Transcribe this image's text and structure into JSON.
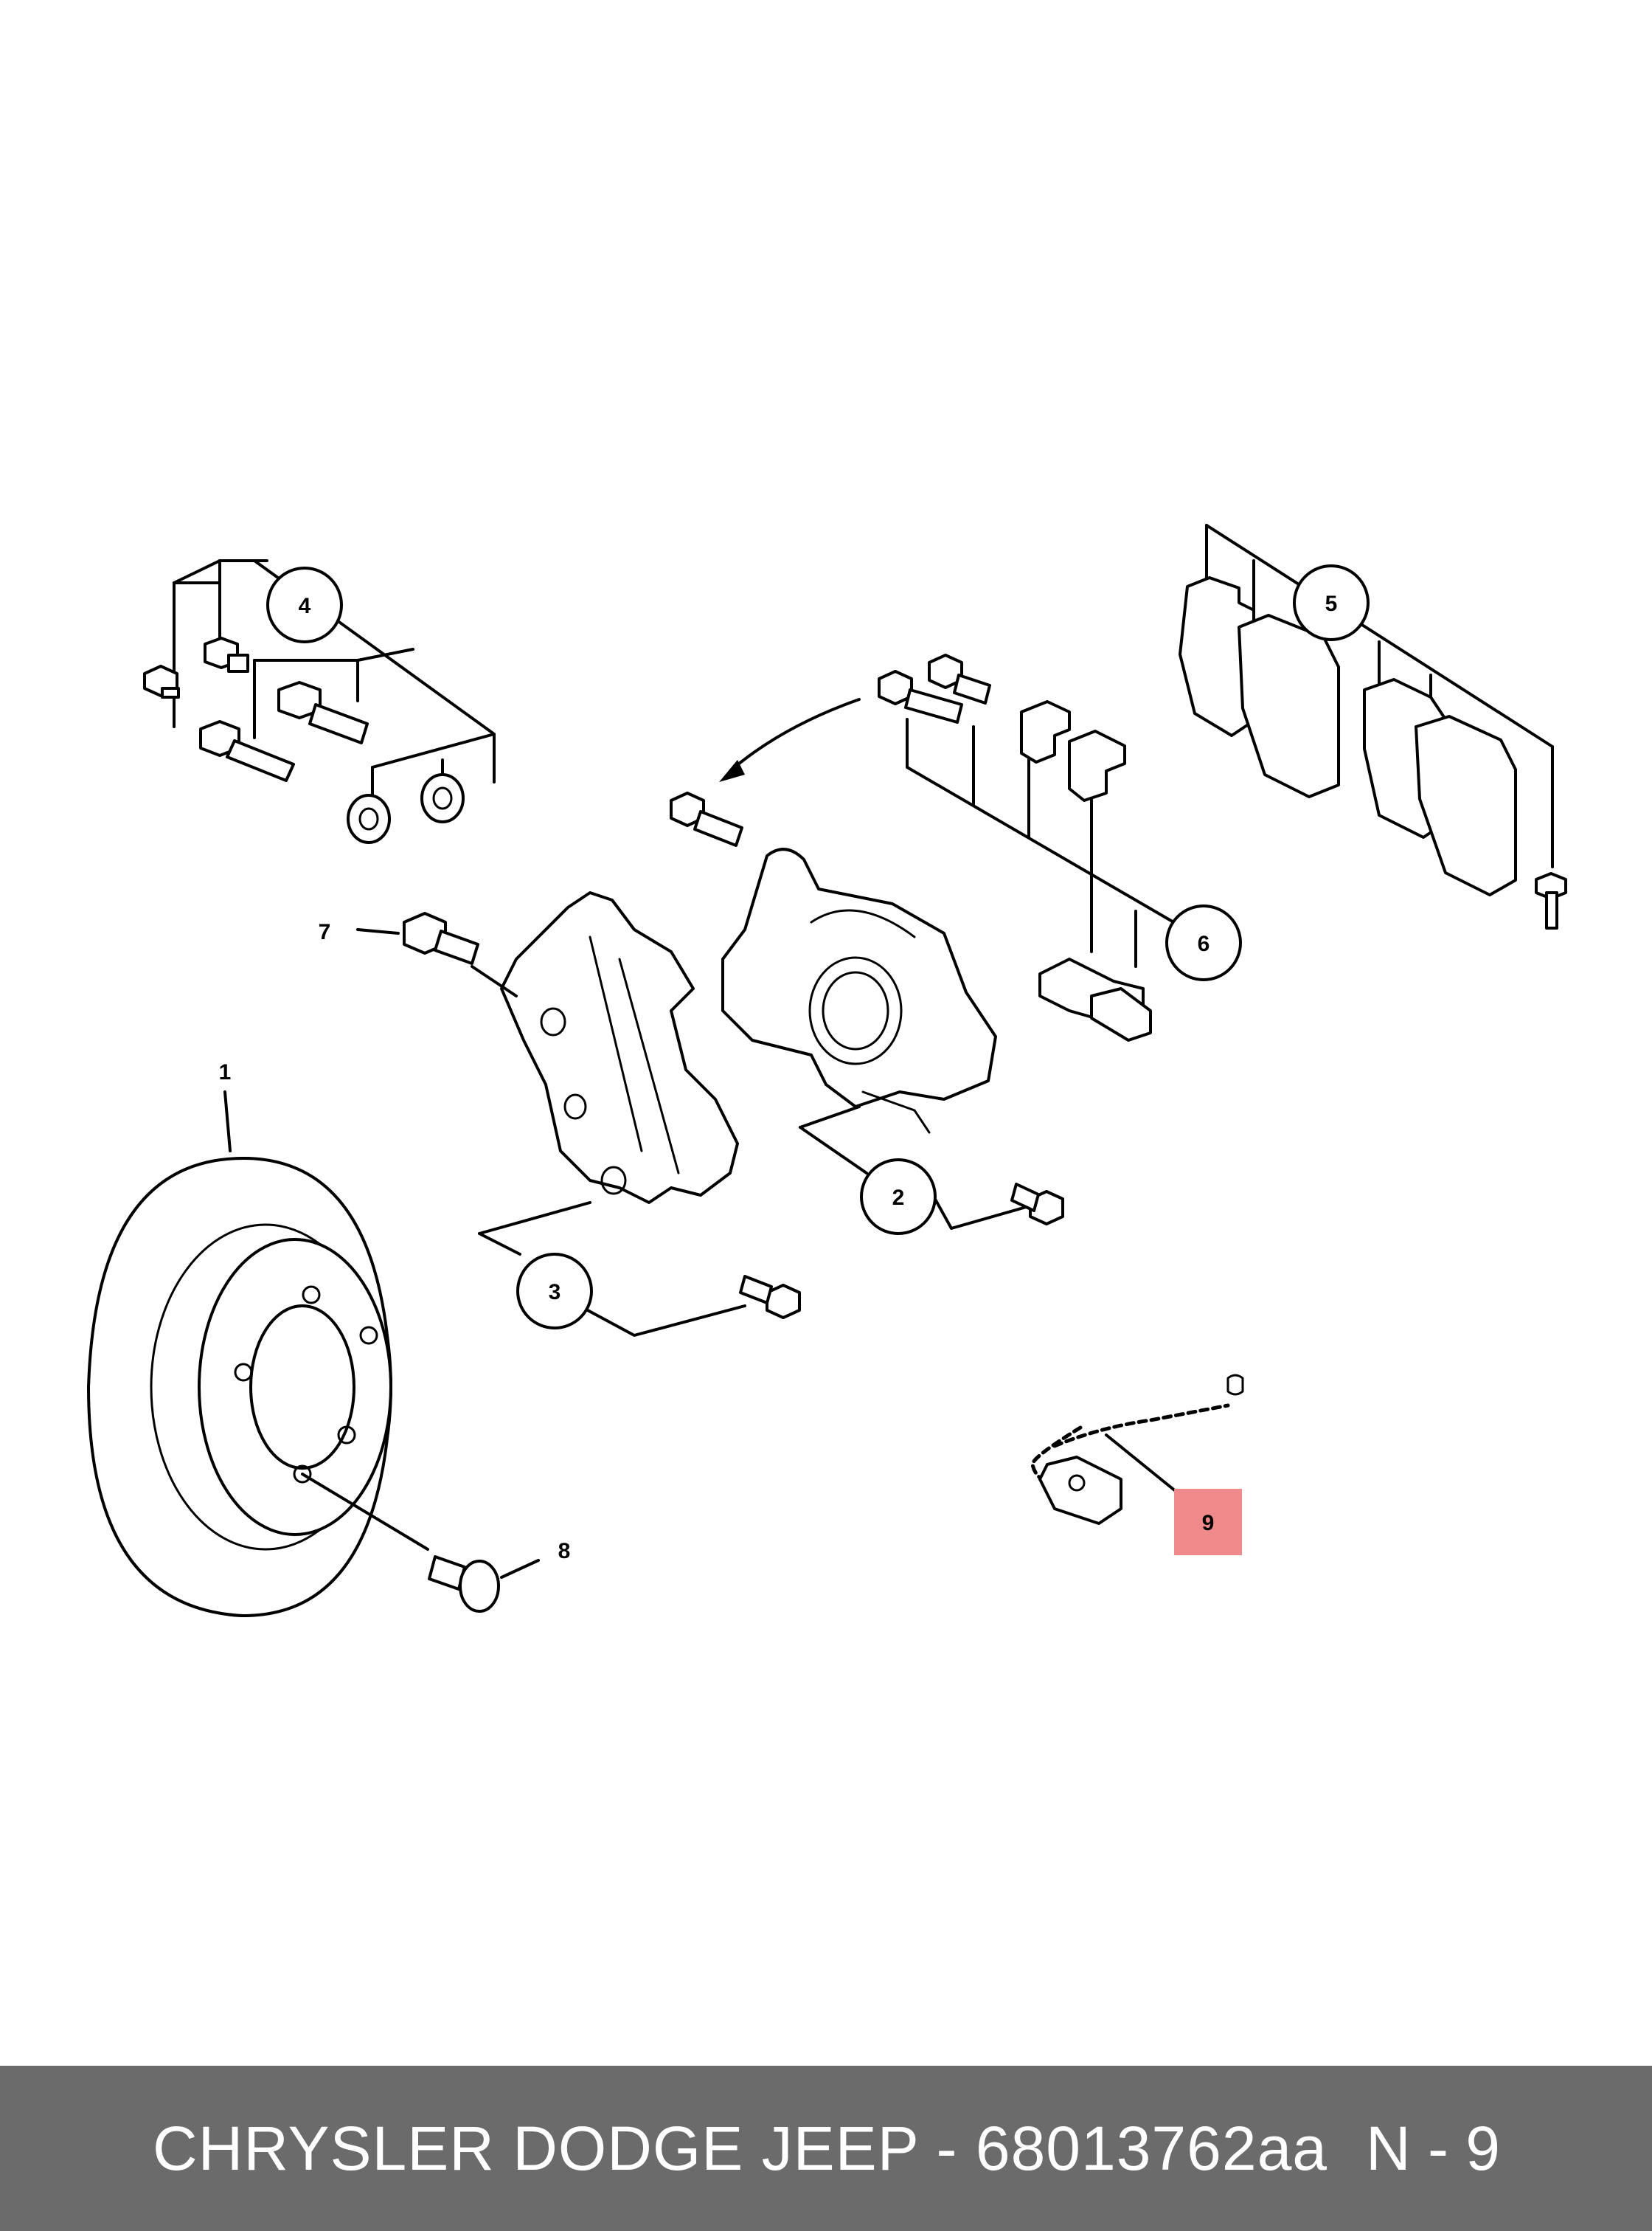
{
  "callouts": [
    {
      "id": "1",
      "label": "1"
    },
    {
      "id": "2",
      "label": "2"
    },
    {
      "id": "3",
      "label": "3"
    },
    {
      "id": "4",
      "label": "4"
    },
    {
      "id": "5",
      "label": "5"
    },
    {
      "id": "6",
      "label": "6"
    },
    {
      "id": "7",
      "label": "7"
    },
    {
      "id": "8",
      "label": "8"
    },
    {
      "id": "9",
      "label": "9"
    }
  ],
  "highlight": {
    "callout": "9",
    "color": "#f08a8a"
  },
  "footer": {
    "title": "CHRYSLER DODGE JEEP - 68013762aa",
    "code": "N - 9"
  },
  "colors": {
    "footer_bg": "#6b6b6b",
    "footer_text": "#ffffff",
    "line": "#000000"
  }
}
